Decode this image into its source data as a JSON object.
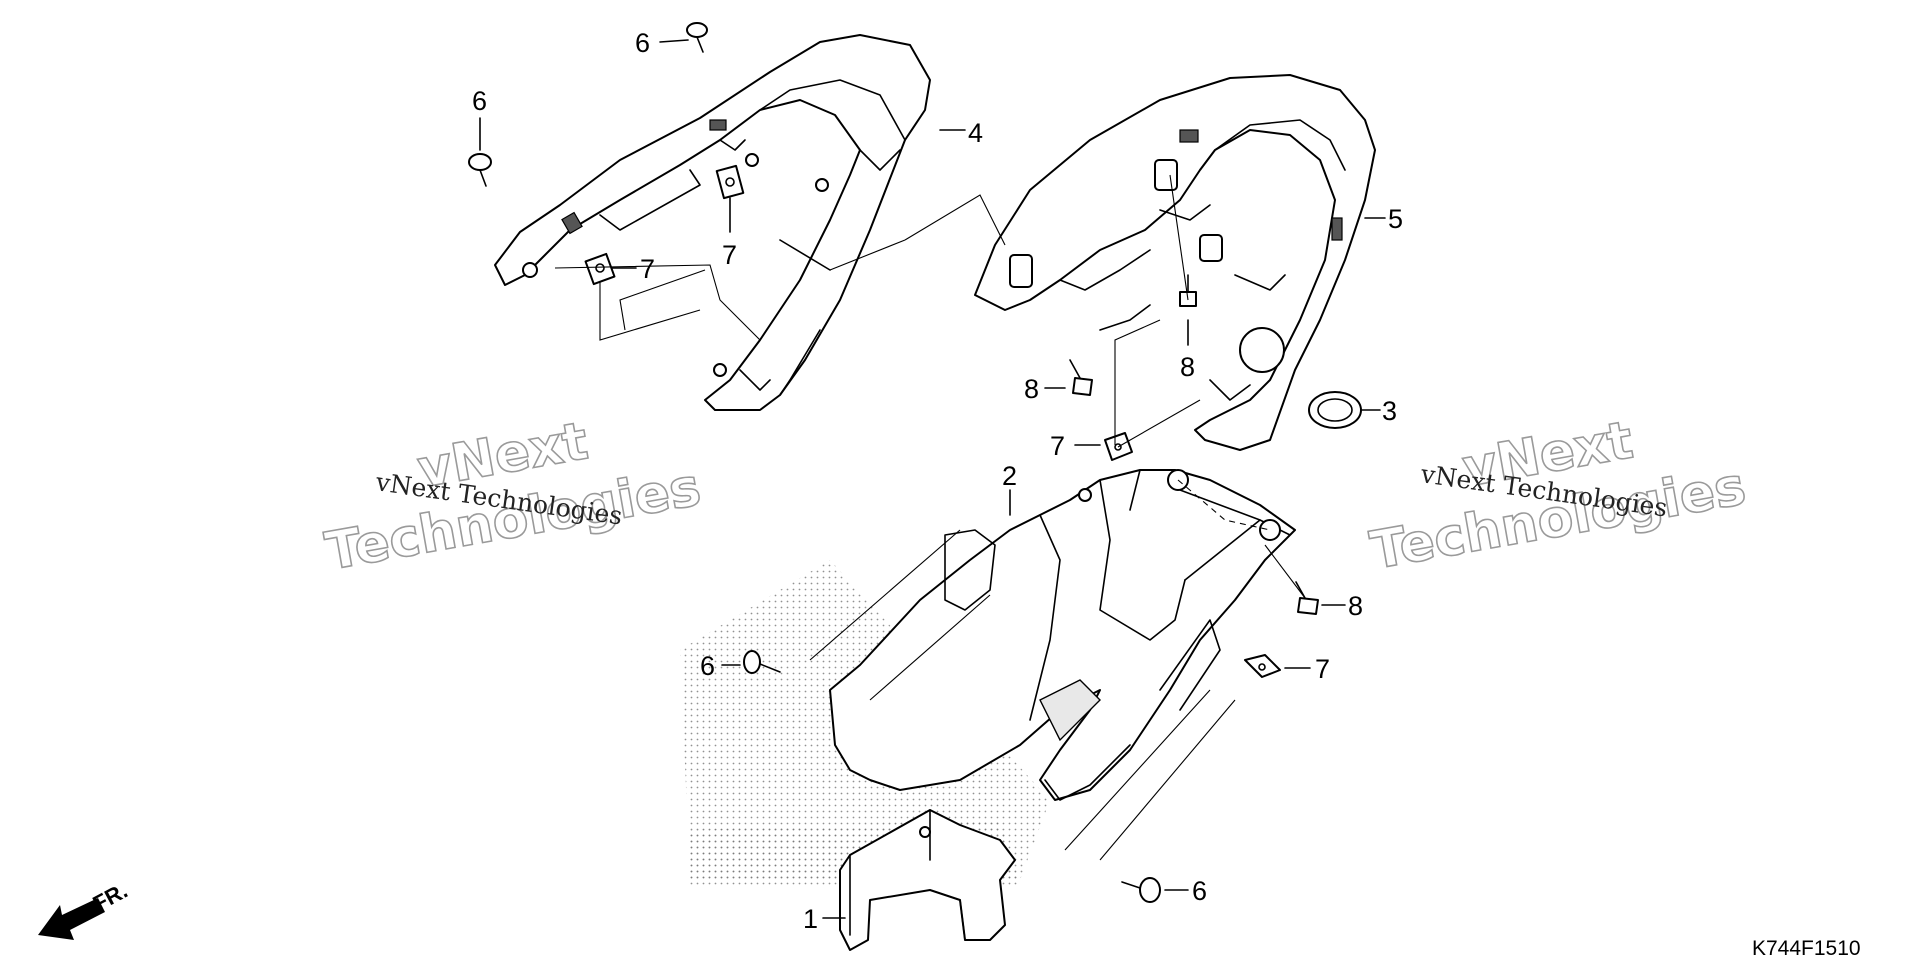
{
  "diagram": {
    "callouts": [
      {
        "id": "1",
        "label": "1"
      },
      {
        "id": "2",
        "label": "2"
      },
      {
        "id": "3",
        "label": "3"
      },
      {
        "id": "4",
        "label": "4"
      },
      {
        "id": "5",
        "label": "5"
      },
      {
        "id": "6a",
        "label": "6"
      },
      {
        "id": "6b",
        "label": "6"
      },
      {
        "id": "6c",
        "label": "6"
      },
      {
        "id": "6d",
        "label": "6"
      },
      {
        "id": "7a",
        "label": "7"
      },
      {
        "id": "7b",
        "label": "7"
      },
      {
        "id": "7c",
        "label": "7"
      },
      {
        "id": "7d",
        "label": "7"
      },
      {
        "id": "8a",
        "label": "8"
      },
      {
        "id": "8b",
        "label": "8"
      },
      {
        "id": "8c",
        "label": "8"
      }
    ],
    "watermark_small": "vNext Technologies",
    "watermark_line1": "vNext",
    "watermark_line2": "Technologies",
    "front_indicator": "FR.",
    "diagram_code": "K744F1510"
  },
  "colors": {
    "line": "#000000",
    "background": "#ffffff",
    "watermark": "#9a9a9a"
  }
}
